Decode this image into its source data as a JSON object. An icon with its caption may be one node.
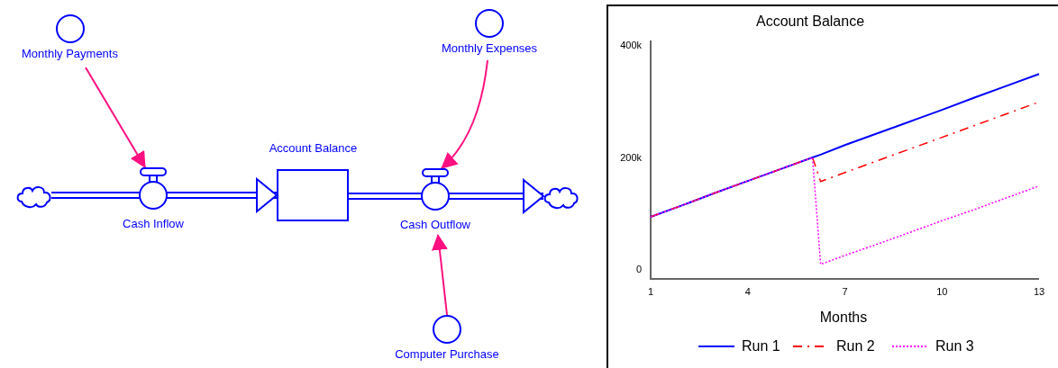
{
  "diagram": {
    "nodes": [
      {
        "text": [
          "Monthly Payments"
        ]
      },
      {
        "text": [
          "Monthly Expenses"
        ]
      },
      {
        "text": [],
        "shape": "cloud"
      },
      {
        "text": [
          "Cash Inflow"
        ]
      },
      {
        "text": [
          "Account Balance"
        ]
      },
      {
        "text": [
          "Cash Outflow"
        ]
      },
      {
        "text": [],
        "shape": "cloud"
      },
      {
        "text": [
          "Computer Purchase"
        ]
      }
    ],
    "edges": [
      {
        "from": 0,
        "to": 3,
        "arrow": "to",
        "color": "#ff1080"
      },
      {
        "from": 1,
        "to": 5,
        "arrow": "to",
        "color": "#ff1080"
      },
      {
        "from": 7,
        "to": 5,
        "arrow": "to",
        "color": "#ff1080"
      },
      {
        "from": 2,
        "to": 3,
        "arrow": "none"
      },
      {
        "from": 3,
        "to": 4,
        "arrow": "to"
      },
      {
        "from": 4,
        "to": 5,
        "arrow": "none"
      },
      {
        "from": 5,
        "to": 6,
        "arrow": "to"
      }
    ],
    "chart_data": {
      "type": "line",
      "title": "Account Balance",
      "xlabel": "Months",
      "x": [
        1,
        2,
        3,
        4,
        5,
        6,
        6.25,
        7,
        8,
        9,
        10,
        11,
        12,
        13
      ],
      "legend": "bottom",
      "series": [
        {
          "name": "Run 1",
          "color": "#0000ff",
          "line_style": "solid",
          "values": [
            95000,
            116000,
            138000,
            159000,
            180000,
            201000,
            206000,
            223000,
            244000,
            265000,
            286000,
            308000,
            329000,
            350000
          ]
        },
        {
          "name": "Run 2",
          "color": "#ff0000",
          "line_style": "dashdot",
          "values": [
            95000,
            116000,
            138000,
            159000,
            180000,
            201000,
            158000,
            174000,
            195000,
            216000,
            237000,
            258000,
            279000,
            300000
          ]
        },
        {
          "name": "Run 3",
          "color": "#ff00ff",
          "line_style": "dotted",
          "values": [
            95000,
            116000,
            138000,
            159000,
            180000,
            201000,
            10000,
            26000,
            46000,
            67000,
            88000,
            108000,
            129000,
            150000
          ]
        }
      ],
      "xlim": [
        1,
        13
      ],
      "ylim": [
        -16000,
        410000
      ],
      "xticks": [
        1,
        4,
        7,
        10,
        13
      ],
      "yticks": [
        {
          "value": 0,
          "label": "0"
        },
        {
          "value": 200000,
          "label": "200k"
        },
        {
          "value": 400000,
          "label": "400k"
        }
      ]
    }
  }
}
